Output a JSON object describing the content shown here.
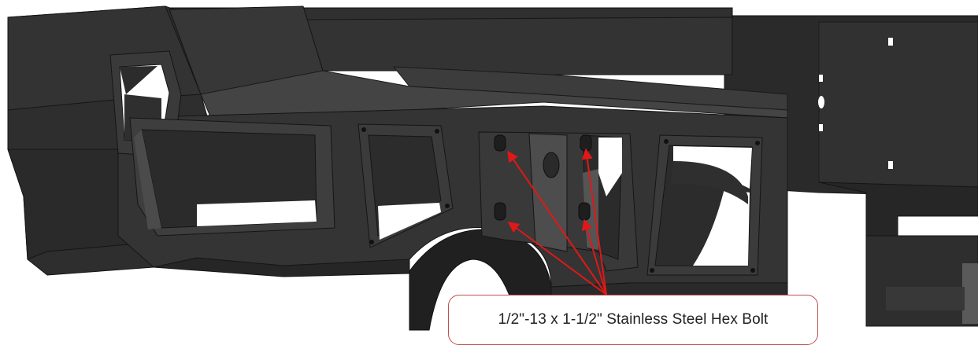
{
  "callout": {
    "label": "1/2\"-13 x 1-1/2\" Stainless Steel Hex Bolt"
  },
  "colors": {
    "part_dark": "#2d2d2d",
    "part_mid": "#3a3a3a",
    "part_light": "#474747",
    "edge": "#151515",
    "arrow": "#e01818",
    "callout_border": "#c0504d"
  },
  "icons": [
    "bolt-hole",
    "arrow"
  ]
}
